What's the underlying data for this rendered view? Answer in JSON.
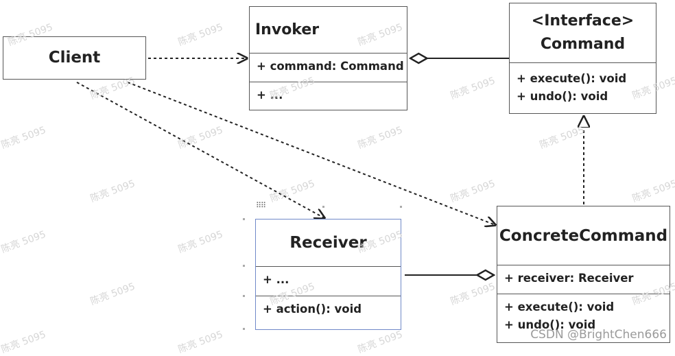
{
  "classes": {
    "client": {
      "name": "Client"
    },
    "invoker": {
      "name": "Invoker",
      "attributes": [
        "+ command: Command"
      ],
      "methods": [
        "+ ..."
      ]
    },
    "command": {
      "stereotype": "<Interface>",
      "name": "Command",
      "methods": [
        "+ execute(): void",
        "+ undo(): void"
      ]
    },
    "receiver": {
      "name": "Receiver",
      "attributes": [
        "+ ..."
      ],
      "methods": [
        "+ action(): void"
      ]
    },
    "concrete_command": {
      "name": "ConcreteCommand",
      "attributes": [
        "+ receiver: Receiver"
      ],
      "methods": [
        "+ execute(): void",
        "+ undo(): void"
      ]
    }
  },
  "relations": [
    {
      "from": "Client",
      "to": "Invoker",
      "kind": "dependency"
    },
    {
      "from": "Client",
      "to": "Receiver",
      "kind": "dependency"
    },
    {
      "from": "Client",
      "to": "ConcreteCommand",
      "kind": "dependency"
    },
    {
      "from": "Invoker",
      "to": "Command",
      "kind": "aggregation"
    },
    {
      "from": "ConcreteCommand",
      "to": "Command",
      "kind": "realization"
    },
    {
      "from": "ConcreteCommand",
      "to": "Receiver",
      "kind": "aggregation"
    }
  ],
  "watermark": "陈亮 5095",
  "credit": "CSDN @BrightChen666"
}
